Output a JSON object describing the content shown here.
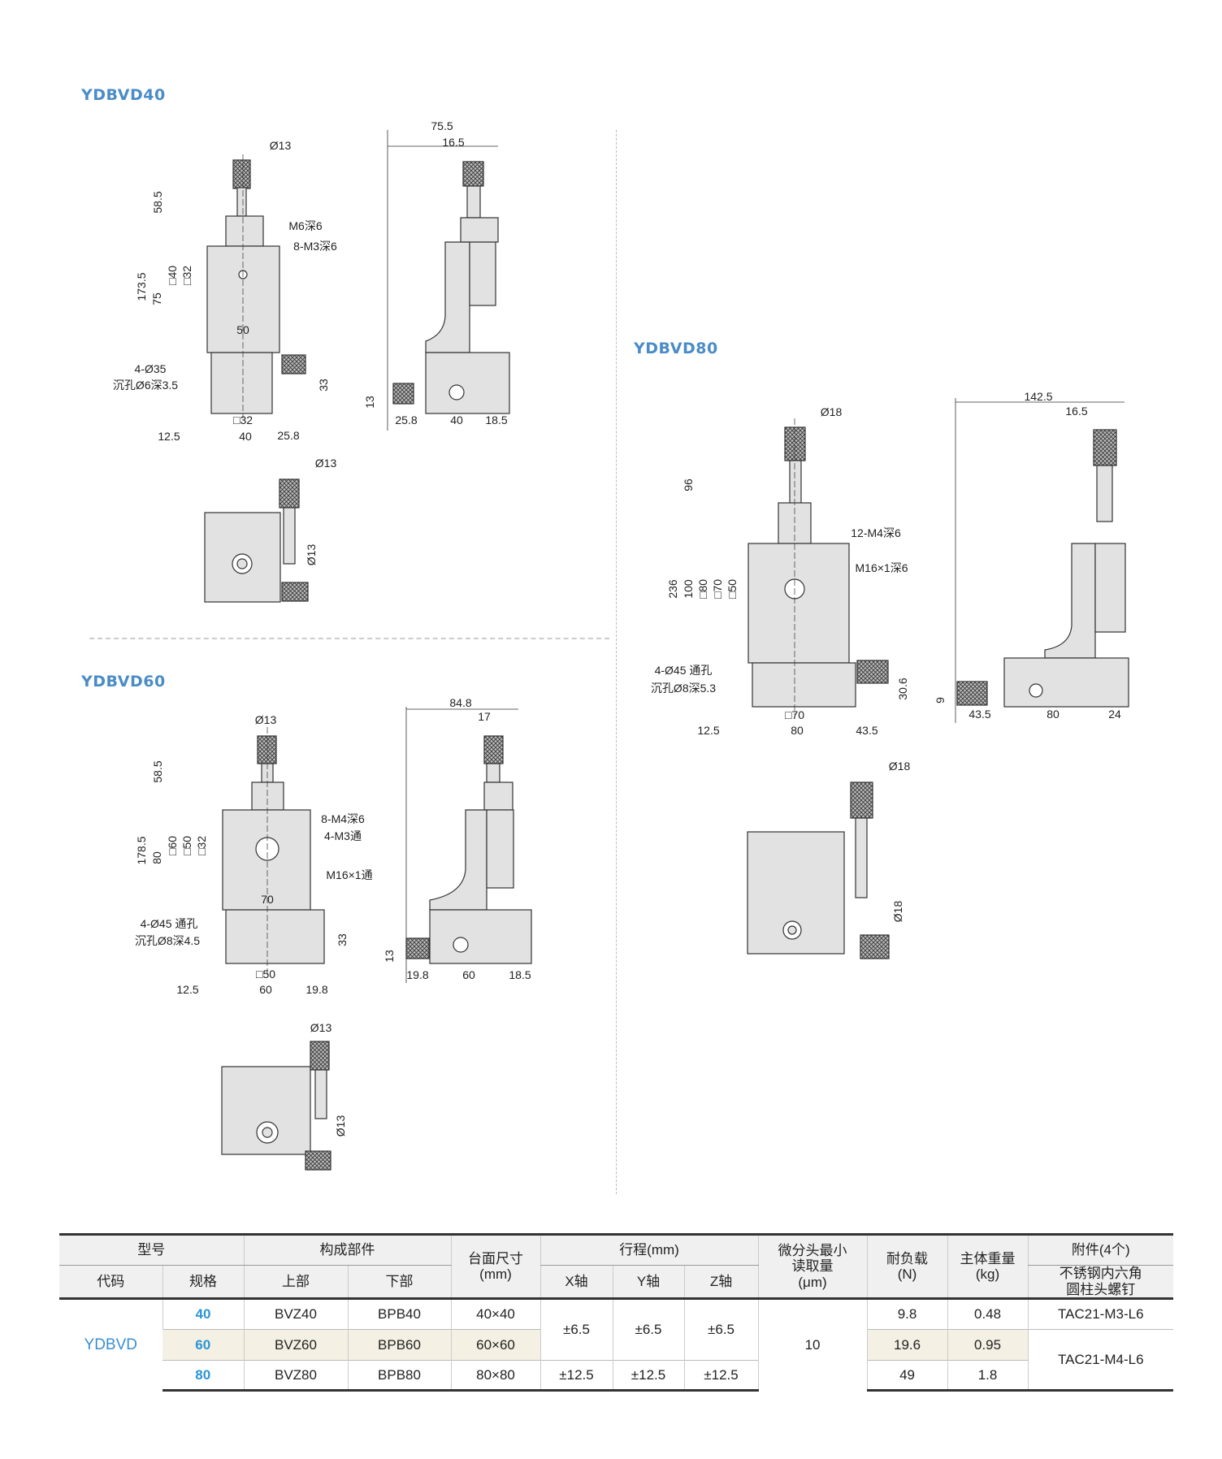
{
  "sections": {
    "d40_title": "YDBVD40",
    "d60_title": "YDBVD60",
    "d80_title": "YDBVD80"
  },
  "d40": {
    "front": [
      "Ø13",
      "58.5",
      "173.5",
      "75",
      "□40",
      "□32",
      "M6深6",
      "8-M3深6",
      "50",
      "4-Ø35",
      "沉孔Ø6深3.5",
      "33",
      "□32",
      "12.5",
      "40",
      "25.8"
    ],
    "side": [
      "75.5",
      "16.5",
      "13",
      "25.8",
      "40",
      "18.5"
    ],
    "top": [
      "Ø13",
      "Ø13"
    ]
  },
  "d60": {
    "front": [
      "Ø13",
      "58.5",
      "178.5",
      "80",
      "□60",
      "□50",
      "□32",
      "8-M4深6",
      "4-M3通",
      "M16×1通",
      "70",
      "4-Ø45 通孔",
      "沉孔Ø8深4.5",
      "33",
      "□50",
      "12.5",
      "60",
      "19.8"
    ],
    "side": [
      "84.8",
      "17",
      "13",
      "19.8",
      "60",
      "18.5"
    ],
    "top": [
      "Ø13",
      "Ø13"
    ]
  },
  "d80": {
    "front": [
      "Ø18",
      "96",
      "236",
      "100",
      "□80",
      "□70",
      "□50",
      "12-M4深6",
      "M16×1深6",
      "4-Ø45 通孔",
      "沉孔Ø8深5.3",
      "30.6",
      "□70",
      "12.5",
      "80",
      "43.5"
    ],
    "side": [
      "142.5",
      "16.5",
      "9",
      "43.5",
      "80",
      "24"
    ],
    "top": [
      "Ø18",
      "Ø18"
    ]
  },
  "table": {
    "headers": {
      "model": "型号",
      "code": "代码",
      "spec": "规格",
      "parts": "构成部件",
      "upper": "上部",
      "lower": "下部",
      "table_size": "台面尺寸",
      "table_size_unit": "(mm)",
      "travel": "行程(mm)",
      "x_axis": "X轴",
      "y_axis": "Y轴",
      "z_axis": "Z轴",
      "micrometer": "微分头最小",
      "micrometer2": "读取量",
      "micrometer_unit": "(μm)",
      "load": "耐负载",
      "load_unit": "(N)",
      "weight": "主体重量",
      "weight_unit": "(kg)",
      "accessory": "附件(4个)",
      "accessory_desc1": "不锈钢内六角",
      "accessory_desc2": "圆柱头螺钉"
    },
    "code": "YDBVD",
    "micrometer_value": "10",
    "travel_small": "±6.5",
    "rows": [
      {
        "spec": "40",
        "upper": "BVZ40",
        "lower": "BPB40",
        "size": "40×40",
        "x": "±6.5",
        "y": "±6.5",
        "z": "±6.5",
        "load": "9.8",
        "weight": "0.48",
        "accessory": "TAC21-M3-L6"
      },
      {
        "spec": "60",
        "upper": "BVZ60",
        "lower": "BPB60",
        "size": "60×60",
        "load": "19.6",
        "weight": "0.95",
        "accessory": "TAC21-M4-L6"
      },
      {
        "spec": "80",
        "upper": "BVZ80",
        "lower": "BPB80",
        "size": "80×80",
        "x": "±12.5",
        "y": "±12.5",
        "z": "±12.5",
        "load": "49",
        "weight": "1.8"
      }
    ]
  },
  "colors": {
    "title": "#4a8cc7",
    "spec": "#2a95d5",
    "highlight": "#f4f0e3"
  }
}
